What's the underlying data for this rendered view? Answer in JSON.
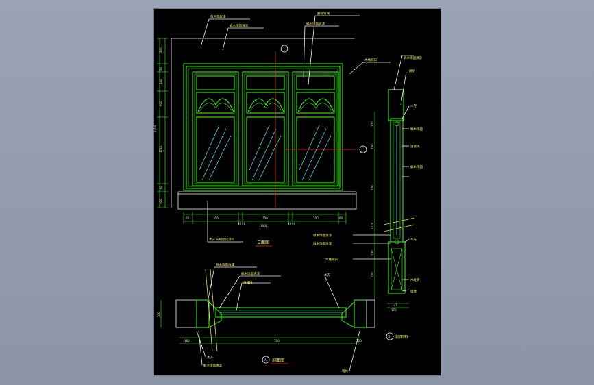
{
  "drawing": {
    "views": {
      "elevation_title": "立面图",
      "section_title": "剖面图",
      "plan_title": "剖面图",
      "section_marker": "1",
      "plan_marker": "A"
    },
    "elevation_callouts": [
      "白色乳胶漆",
      "枫木饰面清漆",
      "磨砂玻璃",
      "枫木饰面清漆",
      "木线刷白",
      "木方 内刷防火涂料"
    ],
    "section_callouts": [
      "枫木饰面清漆",
      "磨砂",
      "木方",
      "枫木饰面",
      "清玻璃",
      "枫木饰面",
      "枫木饰面清漆",
      "枫木饰面清漆",
      "木方",
      "木线刷白",
      "木龙骨",
      "墙体"
    ],
    "plan_callouts": [
      "枫木饰面清漆",
      "枫木饰面清漆",
      "清玻璃",
      "木方",
      "木方",
      "枫木饰面清漆",
      "墙体"
    ],
    "elevation_dims_bottom": [
      "60",
      "700",
      "40",
      "40",
      "700",
      "40",
      "40",
      "700",
      "60",
      "1000"
    ],
    "elevation_dims_left": [
      "300",
      "50",
      "150",
      "600",
      "1200",
      "1720",
      "60",
      "300"
    ],
    "section_dims": [
      "170",
      "250",
      "570",
      "1720",
      "130",
      "120"
    ],
    "plan_dims": [
      "100",
      "160",
      "700",
      "150"
    ],
    "section_bottom_dims": [
      "40",
      "170"
    ]
  }
}
